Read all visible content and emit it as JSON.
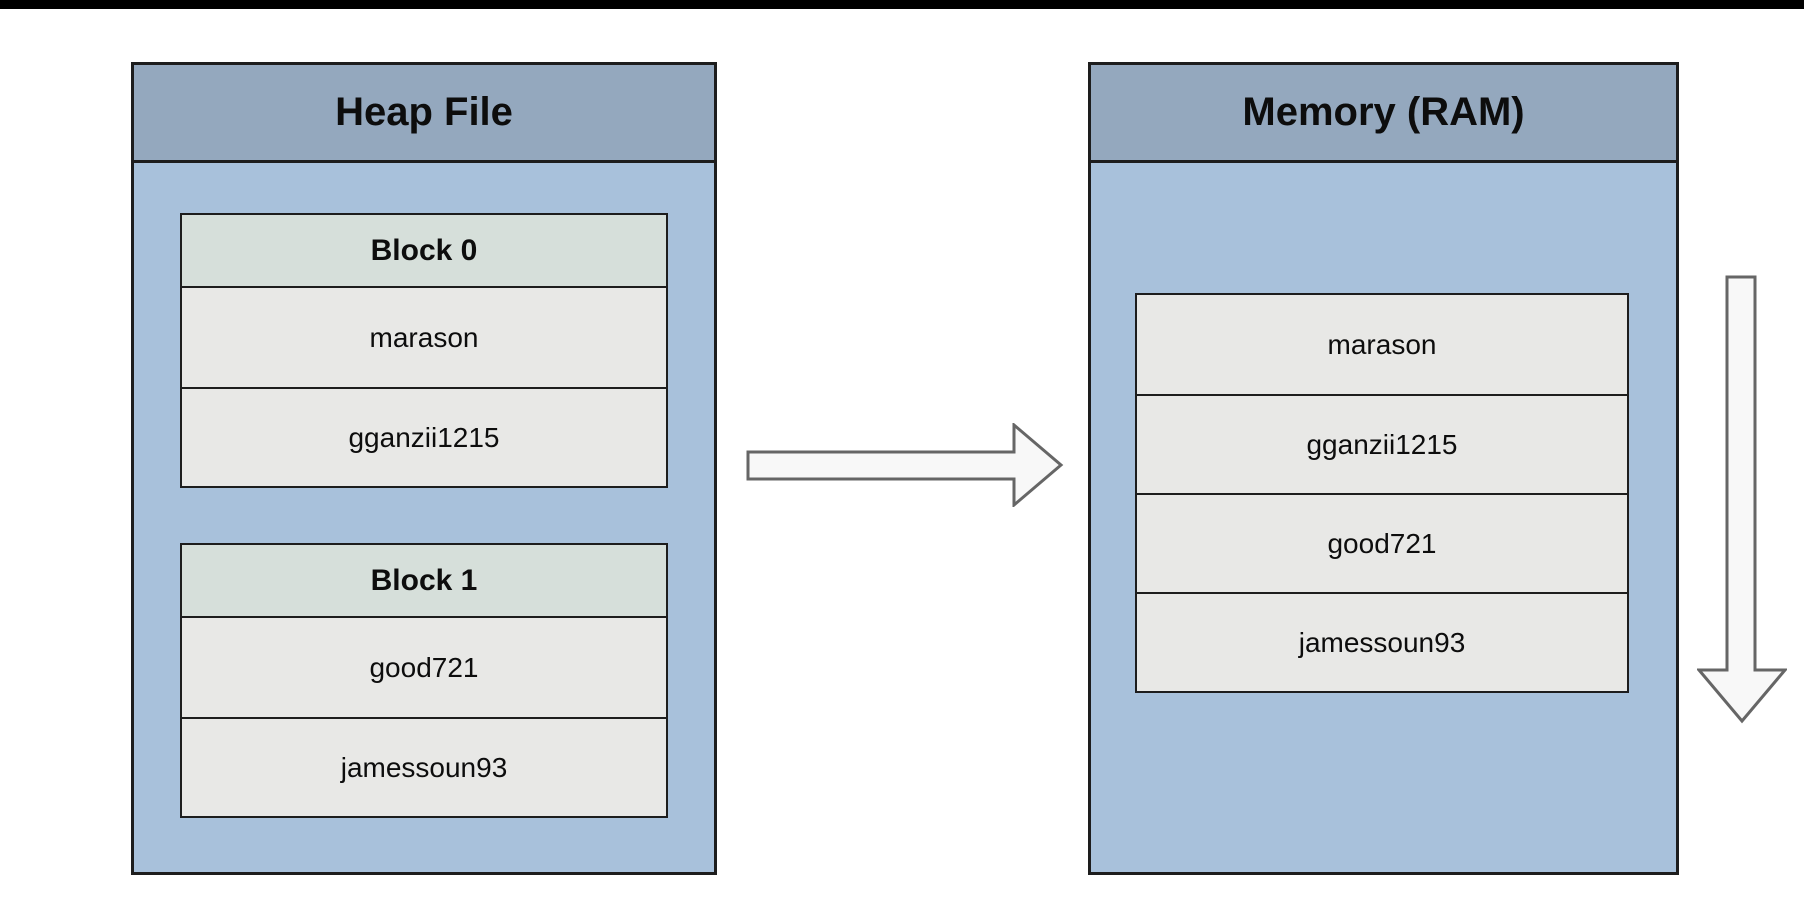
{
  "heap": {
    "title": "Heap File",
    "blocks": [
      {
        "label": "Block 0",
        "records": [
          "marason",
          "gganzii1215"
        ]
      },
      {
        "label": "Block 1",
        "records": [
          "good721",
          "jamessoun93"
        ]
      }
    ]
  },
  "memory": {
    "title": "Memory (RAM)",
    "records": [
      "marason",
      "gganzii1215",
      "good721",
      "jamessoun93"
    ]
  },
  "icons": {
    "load_arrow": "right-block-arrow",
    "scan_arrow": "down-block-arrow"
  },
  "colors": {
    "panel_header": "#94a8be",
    "panel_body": "#a8c1db",
    "block_header": "#d6dfda",
    "record_fill": "#e8e8e6",
    "border_dark": "#1d1d1d",
    "arrow_fill": "#f8f8f8",
    "arrow_stroke": "#666666",
    "top_bar": "#000000",
    "page_bg": "#ffffff"
  }
}
